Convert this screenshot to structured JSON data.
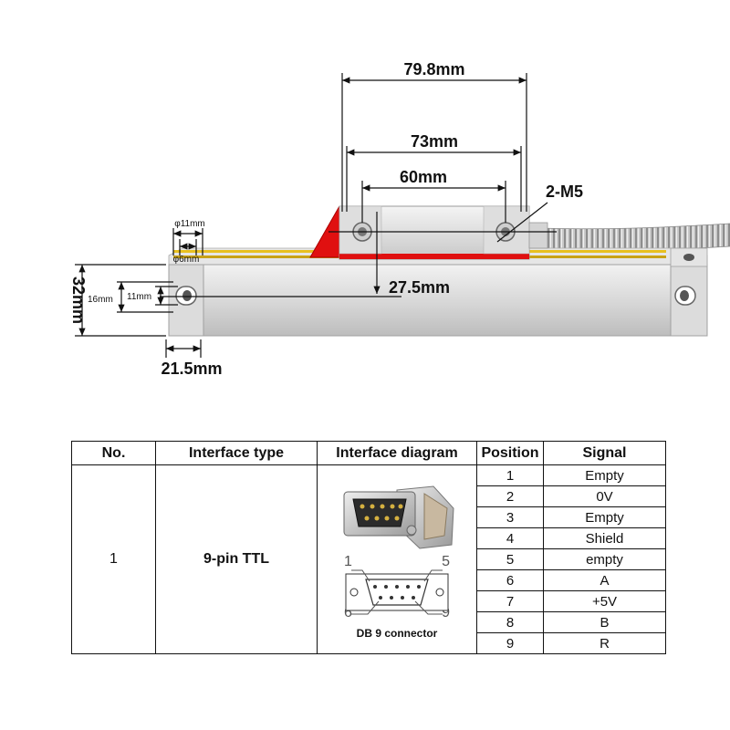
{
  "dimensions": {
    "total_length": "79.8mm",
    "hole_spacing_outer": "73mm",
    "hole_spacing_inner": "60mm",
    "screw": "2-M5",
    "outer_diameter": "φ11mm",
    "inner_diameter": "φ6mm",
    "body_height": "32mm",
    "slot_outer": "16mm",
    "slot_inner": "11mm",
    "reader_height": "27.5mm",
    "end_width": "21.5mm"
  },
  "table": {
    "headers": [
      "No.",
      "Interface type",
      "Interface diagram",
      "Position",
      "Signal"
    ],
    "no": "1",
    "interface_type": "9-pin TTL",
    "connector_caption": "DB 9 connector",
    "pin_labels": {
      "top_left": "1",
      "top_right": "5",
      "bottom_left": "6",
      "bottom_right": "9"
    },
    "pins": [
      {
        "position": "1",
        "signal": "Empty"
      },
      {
        "position": "2",
        "signal": "0V"
      },
      {
        "position": "3",
        "signal": "Empty"
      },
      {
        "position": "4",
        "signal": "Shield"
      },
      {
        "position": "5",
        "signal": "empty"
      },
      {
        "position": "6",
        "signal": "A"
      },
      {
        "position": "7",
        "signal": "+5V"
      },
      {
        "position": "8",
        "signal": "B"
      },
      {
        "position": "9",
        "signal": "R"
      }
    ]
  },
  "colors": {
    "reader_accent": "#e01010",
    "scale_stripe": "#e8c020",
    "body": "#d8d8d8"
  }
}
